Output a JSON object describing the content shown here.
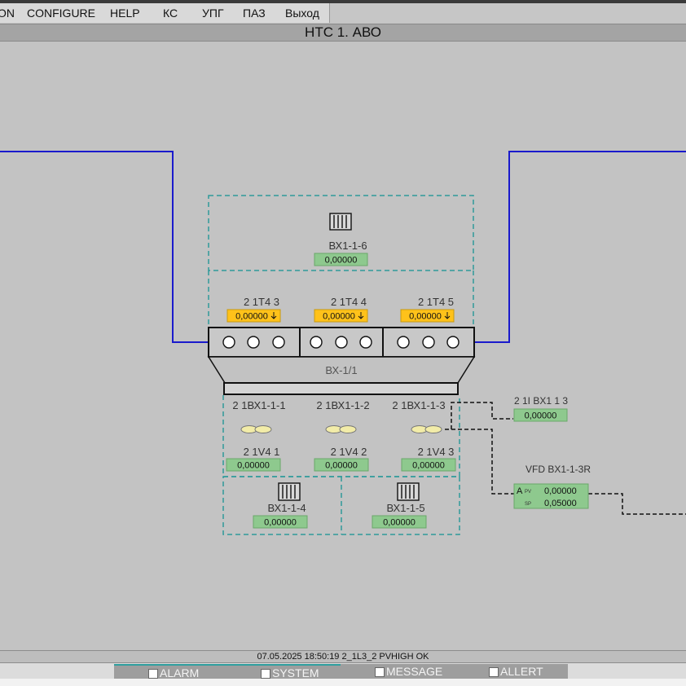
{
  "menu": {
    "items": [
      {
        "id": "on",
        "label": "ON"
      },
      {
        "id": "configure",
        "label": "CONFIGURE"
      },
      {
        "id": "help",
        "label": "HELP"
      },
      {
        "id": "ks",
        "label": "КС"
      },
      {
        "id": "upg",
        "label": "УПГ"
      },
      {
        "id": "paz",
        "label": "ПАЗ"
      },
      {
        "id": "exit",
        "label": "Выход"
      }
    ]
  },
  "title": "НТС 1. АВО",
  "colors": {
    "pipe": "#1a1acc",
    "dashed_box": "#2f9a9a",
    "value_green": "#8ec98e",
    "value_alarm": "#ffc21a",
    "fan": "#f2eca8"
  },
  "equipment": {
    "unit_label": "ВХ-1/1",
    "top_radiator_label": "ВХ1-1-6",
    "top_radiator_value": "0,00000",
    "temperatures": [
      {
        "tag": "2 1T4 3",
        "value": "0,00000"
      },
      {
        "tag": "2 1T4 4",
        "value": "0,00000"
      },
      {
        "tag": "2 1T4 5",
        "value": "0,00000"
      }
    ],
    "fans": [
      {
        "tag": "2 1ВХ1-1-1"
      },
      {
        "tag": "2 1ВХ1-1-2"
      },
      {
        "tag": "2 1ВХ1-1-3"
      }
    ],
    "vibration": [
      {
        "tag": "2 1V4 1",
        "value": "0,00000"
      },
      {
        "tag": "2 1V4 2",
        "value": "0,00000"
      },
      {
        "tag": "2 1V4 3",
        "value": "0,00000"
      }
    ],
    "bottom_radiators": [
      {
        "label": "ВХ1-1-4",
        "value": "0,00000"
      },
      {
        "label": "ВХ1-1-5",
        "value": "0,00000"
      }
    ],
    "current": {
      "tag": "2 1I BX1 1 3",
      "value": "0,00000"
    },
    "vfd": {
      "tag": "VFD BX1-1-3R",
      "mode": "A",
      "pv_label": "PV",
      "pv_value": "0,00000",
      "sp_label": "SP",
      "sp_value": "0,05000"
    }
  },
  "status": {
    "message": "07.05.2025 18:50:19  2_1L3_2 PVHIGH OK"
  },
  "tabs": [
    {
      "id": "alarm",
      "label": "ALARM"
    },
    {
      "id": "system",
      "label": "SYSTEM"
    },
    {
      "id": "message",
      "label": "MESSAGE"
    },
    {
      "id": "allert",
      "label": "ALLERT"
    }
  ]
}
